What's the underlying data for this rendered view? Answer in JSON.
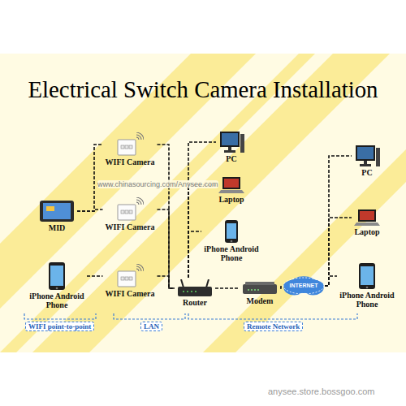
{
  "diagram": {
    "title": "Electrical Switch Camera Installation",
    "nodes": [
      {
        "text": [
          "WIFI Camera"
        ]
      },
      {
        "text": [
          "WIFI Camera"
        ]
      },
      {
        "text": [
          "MID"
        ]
      },
      {
        "text": [
          "iPhone Android Phone"
        ]
      },
      {
        "text": [
          "WIFI Camera"
        ]
      },
      {
        "text": [
          "PC"
        ]
      },
      {
        "text": [
          "Laptop"
        ]
      },
      {
        "text": [
          "iPhone Android Phone"
        ]
      },
      {
        "text": [
          "Router"
        ]
      },
      {
        "text": [
          "Modem"
        ]
      },
      {
        "text": [
          "INTERNET"
        ]
      },
      {
        "text": [
          "PC"
        ]
      },
      {
        "text": [
          "Laptop"
        ]
      },
      {
        "text": [
          "iPhone Android Phone"
        ]
      }
    ],
    "edges": [
      {
        "from": 3,
        "to": 4,
        "arrow": "none"
      },
      {
        "from": 2,
        "to": 0,
        "arrow": "none"
      },
      {
        "from": 2,
        "to": 1,
        "arrow": "none"
      },
      {
        "from": 0,
        "to": 8,
        "arrow": "none"
      },
      {
        "from": 1,
        "to": 8,
        "arrow": "none"
      },
      {
        "from": 4,
        "to": 8,
        "arrow": "none"
      },
      {
        "from": 8,
        "to": 5,
        "arrow": "none"
      },
      {
        "from": 8,
        "to": 6,
        "arrow": "none"
      },
      {
        "from": 8,
        "to": 7,
        "arrow": "none"
      },
      {
        "from": 8,
        "to": 9,
        "arrow": "none"
      },
      {
        "from": 9,
        "to": 10,
        "arrow": "none"
      },
      {
        "from": 10,
        "to": 11,
        "arrow": "none"
      },
      {
        "from": 10,
        "to": 12,
        "arrow": "none"
      },
      {
        "from": 10,
        "to": 13,
        "arrow": "none"
      }
    ],
    "labels": [
      "www.chinasourcing.com/Anysee.com",
      "WIFI point-to-point",
      "LAN",
      "Remote Network",
      "anysee.store.bossgoo.com"
    ]
  }
}
